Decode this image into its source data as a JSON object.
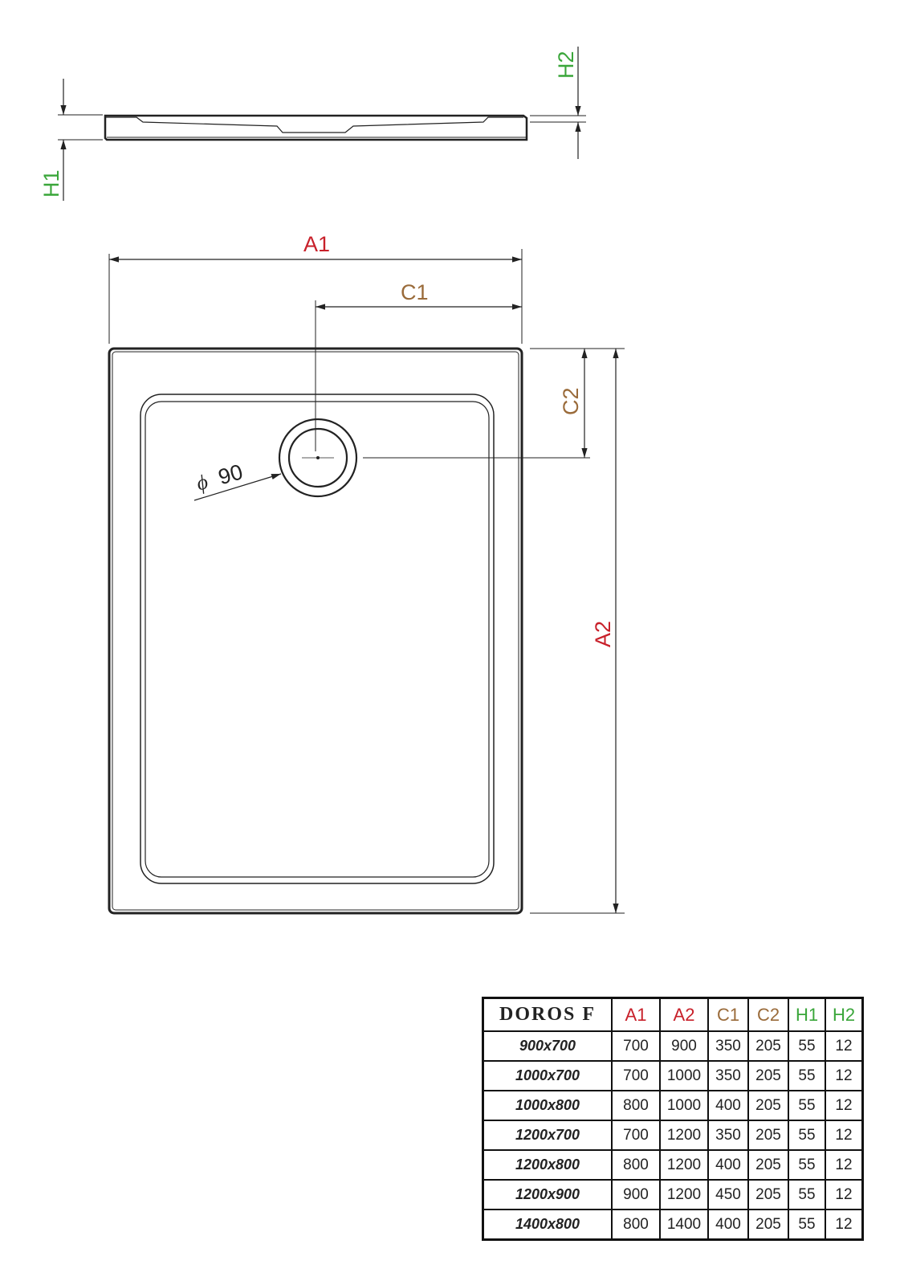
{
  "colors": {
    "a_dims": "#c8202a",
    "c_dims": "#9a6b3a",
    "h_dims": "#3aa63a",
    "lines": "#222222"
  },
  "labels": {
    "h1": "H1",
    "h2": "H2",
    "a1": "A1",
    "a2": "A2",
    "c1": "C1",
    "c2": "C2",
    "drain": "90",
    "diameter_symbol": "ϕ"
  },
  "table": {
    "model_header": "DOROS F",
    "headers": [
      "A1",
      "A2",
      "C1",
      "C2",
      "H1",
      "H2"
    ],
    "rows": [
      {
        "model": "900x700",
        "values": [
          "700",
          "900",
          "350",
          "205",
          "55",
          "12"
        ]
      },
      {
        "model": "1000x700",
        "values": [
          "700",
          "1000",
          "350",
          "205",
          "55",
          "12"
        ]
      },
      {
        "model": "1000x800",
        "values": [
          "800",
          "1000",
          "400",
          "205",
          "55",
          "12"
        ]
      },
      {
        "model": "1200x700",
        "values": [
          "700",
          "1200",
          "350",
          "205",
          "55",
          "12"
        ]
      },
      {
        "model": "1200x800",
        "values": [
          "800",
          "1200",
          "400",
          "205",
          "55",
          "12"
        ]
      },
      {
        "model": "1200x900",
        "values": [
          "900",
          "1200",
          "450",
          "205",
          "55",
          "12"
        ]
      },
      {
        "model": "1400x800",
        "values": [
          "800",
          "1400",
          "400",
          "205",
          "55",
          "12"
        ]
      }
    ]
  }
}
